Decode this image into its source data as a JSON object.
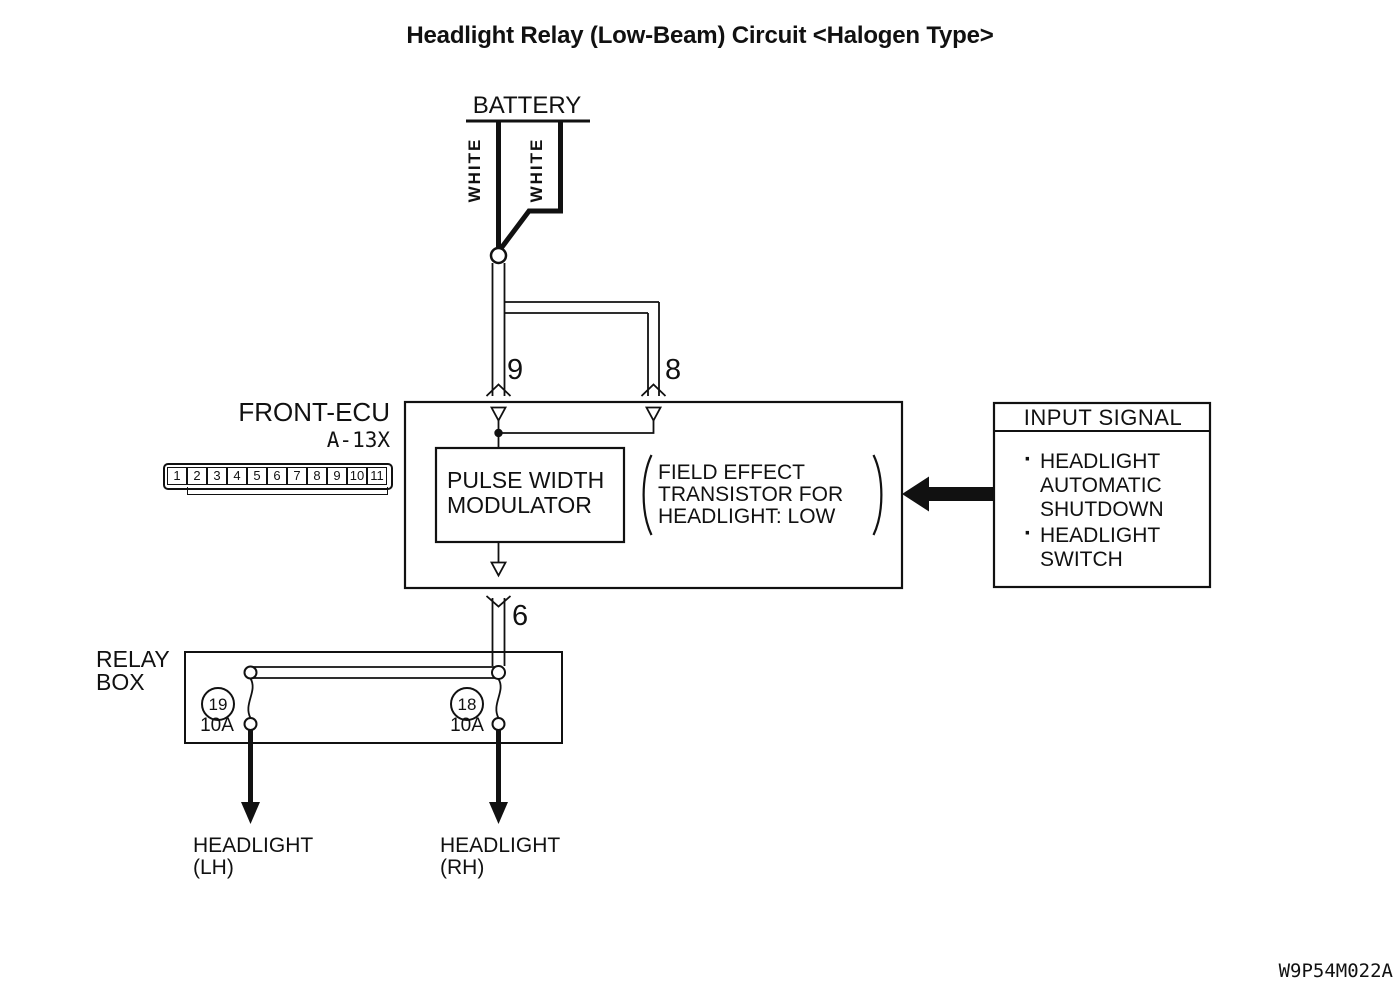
{
  "title": "Headlight Relay (Low-Beam) Circuit <Halogen Type>",
  "figure_code": "W9P54M022A",
  "battery": {
    "label": "BATTERY"
  },
  "wire_colors": {
    "left": "WHITE",
    "right": "WHITE"
  },
  "pin_labels": {
    "pin9": "9",
    "pin8": "8",
    "pin6": "6"
  },
  "front_ecu": {
    "name": "FRONT-ECU",
    "connector_code": "A-13X",
    "connector_pins": [
      "1",
      "2",
      "3",
      "4",
      "5",
      "6",
      "7",
      "8",
      "9",
      "10",
      "11"
    ],
    "pwm": {
      "line1": "PULSE WIDTH",
      "line2": "MODULATOR"
    },
    "fet": {
      "line1": "FIELD EFFECT",
      "line2": "TRANSISTOR FOR",
      "line3": "HEADLIGHT: LOW"
    }
  },
  "input_signal": {
    "header": "INPUT SIGNAL",
    "items": [
      {
        "bullet": "·",
        "lines": [
          "HEADLIGHT",
          "AUTOMATIC",
          "SHUTDOWN"
        ]
      },
      {
        "bullet": "·",
        "lines": [
          "HEADLIGHT",
          "SWITCH"
        ]
      }
    ]
  },
  "relay_box": {
    "label_line1": "RELAY",
    "label_line2": "BOX",
    "fuse_left": {
      "number": "19",
      "rating": "10A"
    },
    "fuse_right": {
      "number": "18",
      "rating": "10A"
    }
  },
  "outputs": {
    "left": {
      "line1": "HEADLIGHT",
      "line2": "(LH)"
    },
    "right": {
      "line1": "HEADLIGHT",
      "line2": "(RH)"
    }
  },
  "colors": {
    "ink": "#111111",
    "background": "#ffffff"
  }
}
